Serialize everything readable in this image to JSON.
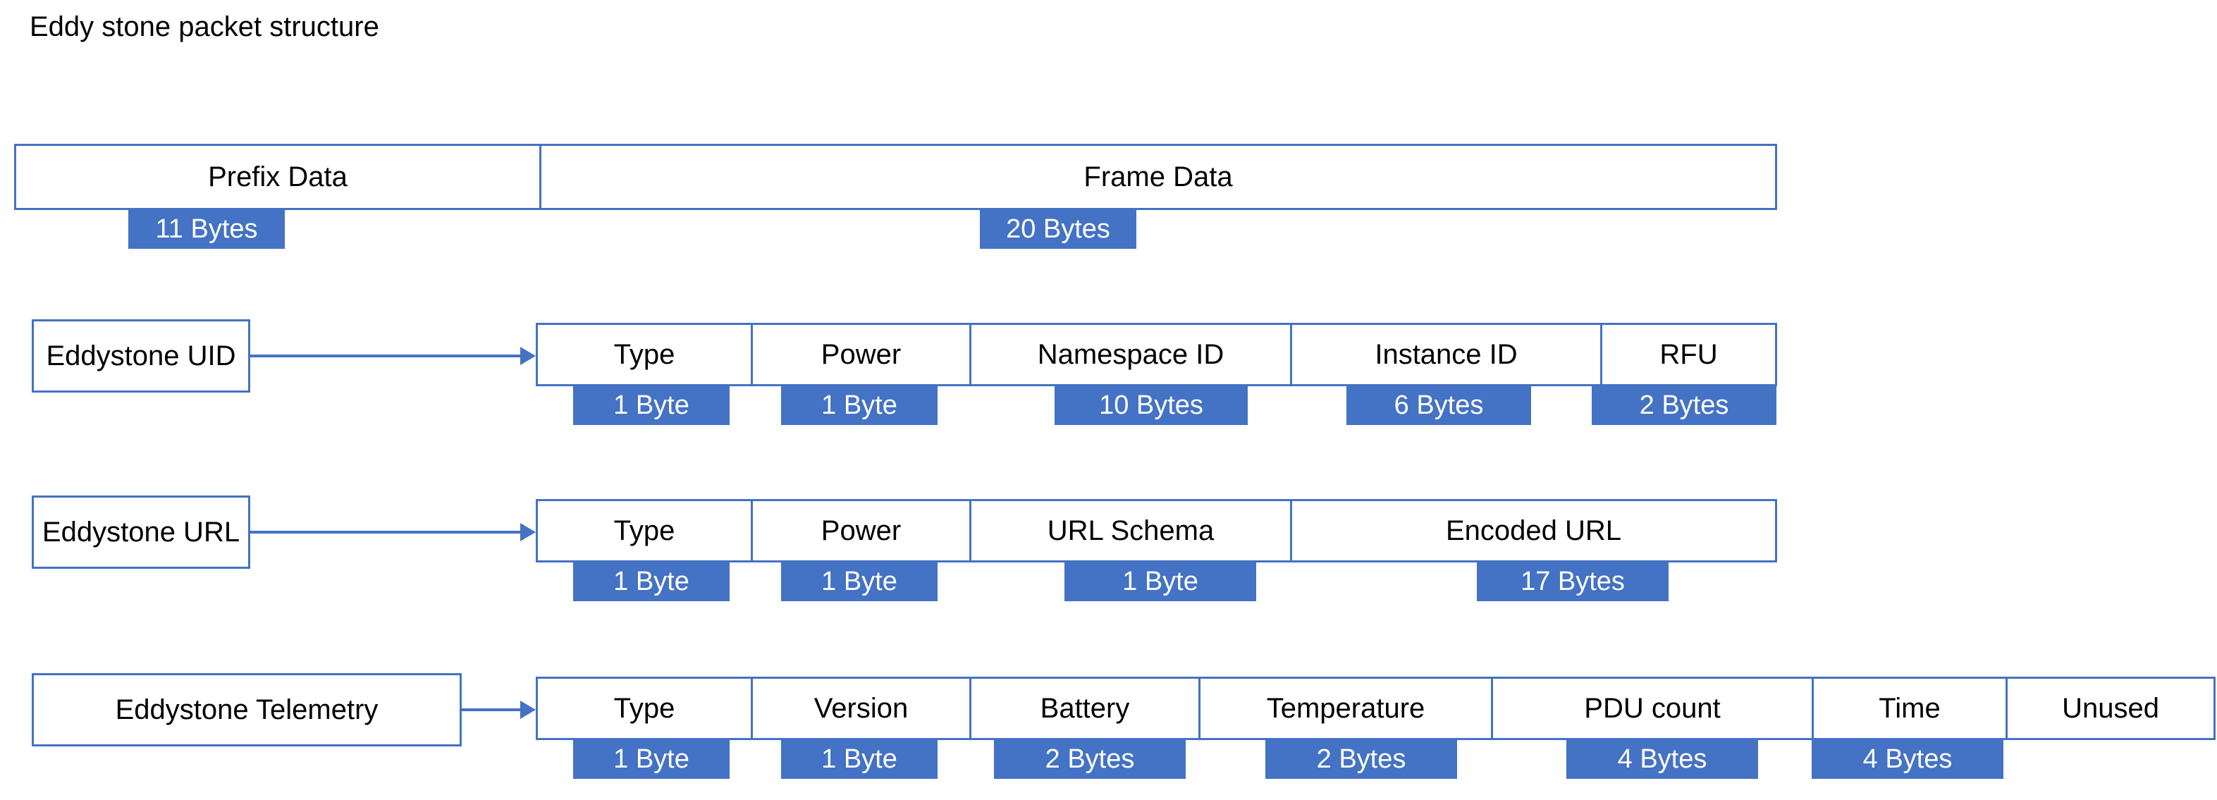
{
  "title": "Eddy stone packet structure",
  "accent_color": "#4472C4",
  "rows": [
    {
      "id": "packet-overview",
      "label": null,
      "cells": [
        {
          "name": "prefix-data",
          "label": "Prefix Data",
          "bytes": "11 Bytes"
        },
        {
          "name": "frame-data",
          "label": "Frame Data",
          "bytes": "20 Bytes"
        }
      ]
    },
    {
      "id": "eddystone-uid",
      "label": "Eddystone UID",
      "cells": [
        {
          "name": "type",
          "label": "Type",
          "bytes": "1 Byte"
        },
        {
          "name": "power",
          "label": "Power",
          "bytes": "1 Byte"
        },
        {
          "name": "namespace-id",
          "label": "Namespace ID",
          "bytes": "10 Bytes"
        },
        {
          "name": "instance-id",
          "label": "Instance ID",
          "bytes": "6 Bytes"
        },
        {
          "name": "rfu",
          "label": "RFU",
          "bytes": "2 Bytes"
        }
      ]
    },
    {
      "id": "eddystone-url",
      "label": "Eddystone URL",
      "cells": [
        {
          "name": "type",
          "label": "Type",
          "bytes": "1 Byte"
        },
        {
          "name": "power",
          "label": "Power",
          "bytes": "1 Byte"
        },
        {
          "name": "url-schema",
          "label": "URL Schema",
          "bytes": "1 Byte"
        },
        {
          "name": "encoded-url",
          "label": "Encoded URL",
          "bytes": "17 Bytes"
        }
      ]
    },
    {
      "id": "eddystone-telemetry",
      "label": "Eddystone Telemetry",
      "cells": [
        {
          "name": "type",
          "label": "Type",
          "bytes": "1 Byte"
        },
        {
          "name": "version",
          "label": "Version",
          "bytes": "1 Byte"
        },
        {
          "name": "battery",
          "label": "Battery",
          "bytes": "2 Bytes"
        },
        {
          "name": "temperature",
          "label": "Temperature",
          "bytes": "2 Bytes"
        },
        {
          "name": "pdu-count",
          "label": "PDU count",
          "bytes": "4 Bytes"
        },
        {
          "name": "time",
          "label": "Time",
          "bytes": "4 Bytes"
        },
        {
          "name": "unused",
          "label": "Unused",
          "bytes": null
        }
      ]
    }
  ]
}
